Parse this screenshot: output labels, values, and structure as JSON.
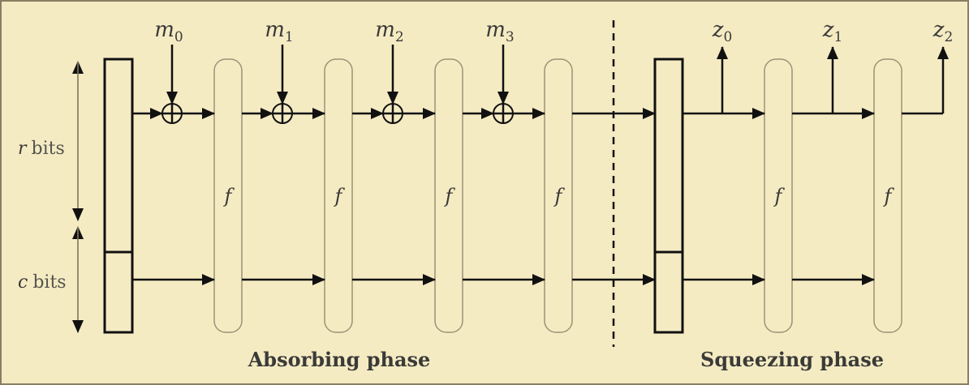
{
  "colors": {
    "background": "#f5ebc3",
    "frame": "#8a7e62",
    "stroke": "#111111",
    "f_box": "#9c9276"
  },
  "side_labels": {
    "rate": {
      "var": "r",
      "text": "bits"
    },
    "capacity": {
      "var": "c",
      "text": "bits"
    }
  },
  "function_label": "f",
  "inputs": [
    {
      "base": "m",
      "sub": "0"
    },
    {
      "base": "m",
      "sub": "1"
    },
    {
      "base": "m",
      "sub": "2"
    },
    {
      "base": "m",
      "sub": "3"
    }
  ],
  "outputs": [
    {
      "base": "z",
      "sub": "0"
    },
    {
      "base": "z",
      "sub": "1"
    },
    {
      "base": "z",
      "sub": "2"
    }
  ],
  "phases": {
    "absorbing": "Absorbing phase",
    "squeezing": "Squeezing phase"
  }
}
